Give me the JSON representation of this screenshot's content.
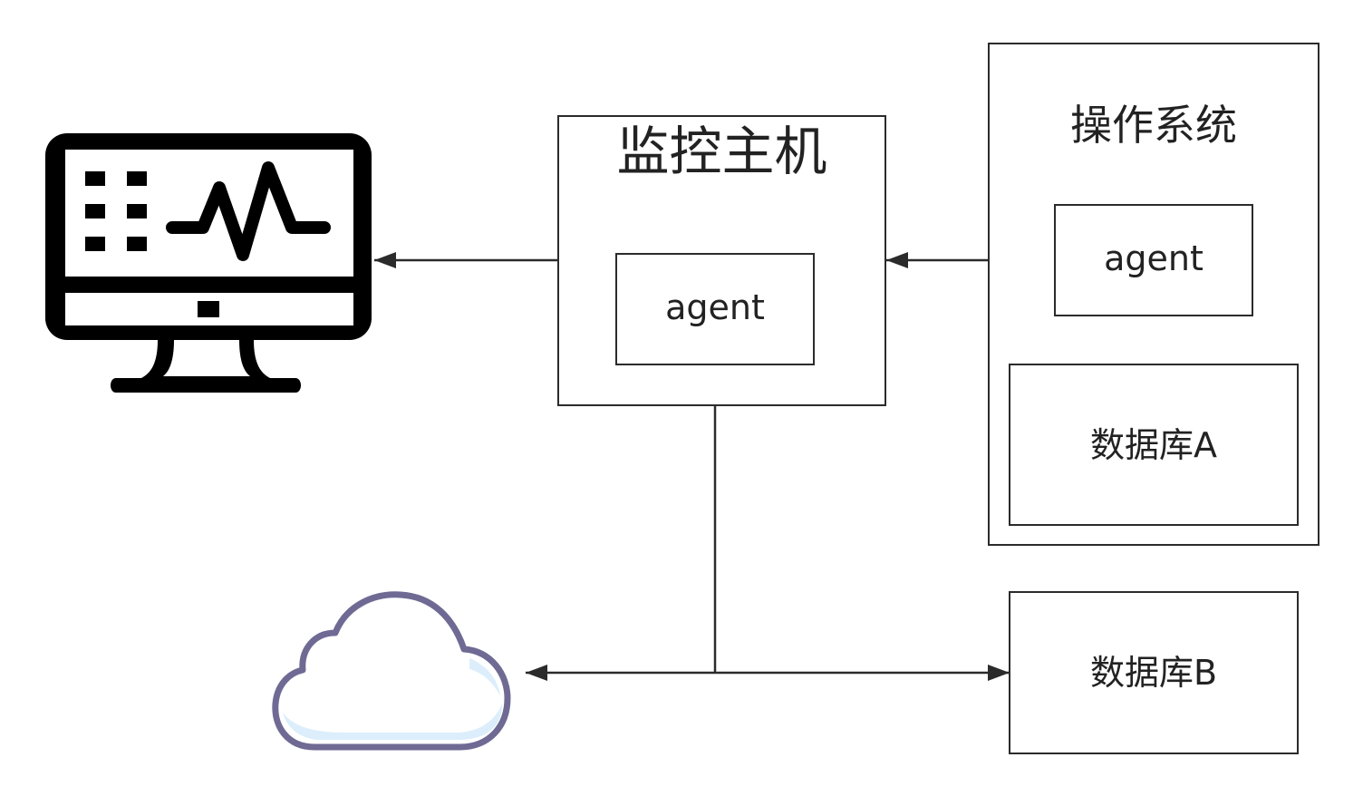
{
  "monitor_host": {
    "title": "监控主机",
    "agent_label": "agent"
  },
  "os": {
    "title": "操作系统",
    "agent_label": "agent",
    "database_label": "数据库A"
  },
  "database_b": {
    "label": "数据库B"
  },
  "icons": {
    "monitor": "monitor-dashboard-icon",
    "cloud": "cloud-icon"
  },
  "colors": {
    "stroke": "#2b2b2b",
    "cloud_outline": "#6f6a94",
    "cloud_fill": "#dceefb"
  }
}
